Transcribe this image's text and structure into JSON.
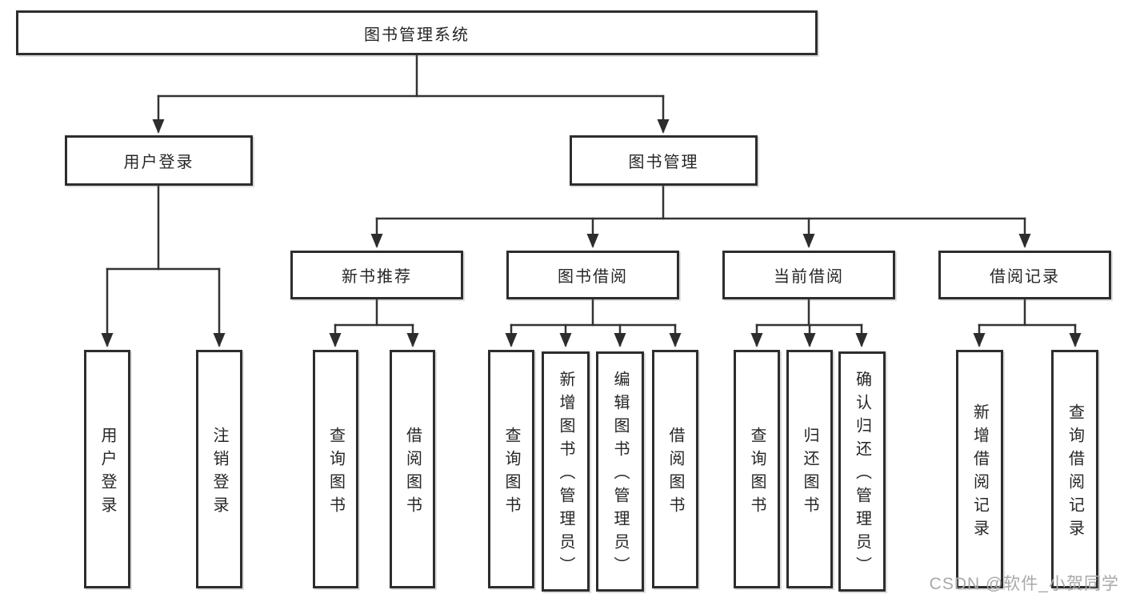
{
  "nodes": {
    "root": "图书管理系统",
    "level2": {
      "user_login": "用户登录",
      "book_mgmt": "图书管理"
    },
    "level3": {
      "new_books": "新书推荐",
      "borrowing": "图书借阅",
      "current": "当前借阅",
      "records": "借阅记录"
    },
    "leaves": {
      "user_login": "用户登录",
      "logout": "注销登录",
      "nb_query": "查询图书",
      "nb_borrow": "借阅图书",
      "bw_query": "查询图书",
      "bw_add": "新增图书（管理员）",
      "bw_edit": "编辑图书（管理员）",
      "bw_borrow": "借阅图书",
      "cu_query": "查询图书",
      "cu_return": "归还图书",
      "cu_confirm": "确认归还（管理员）",
      "rc_add": "新增借阅记录",
      "rc_query": "查询借阅记录"
    }
  },
  "watermark": "CSDN @软件_小贺同学",
  "colors": {
    "line": "#333333",
    "border": "#2d2d2d",
    "text": "#262626",
    "watermark": "#a9a9a9"
  }
}
